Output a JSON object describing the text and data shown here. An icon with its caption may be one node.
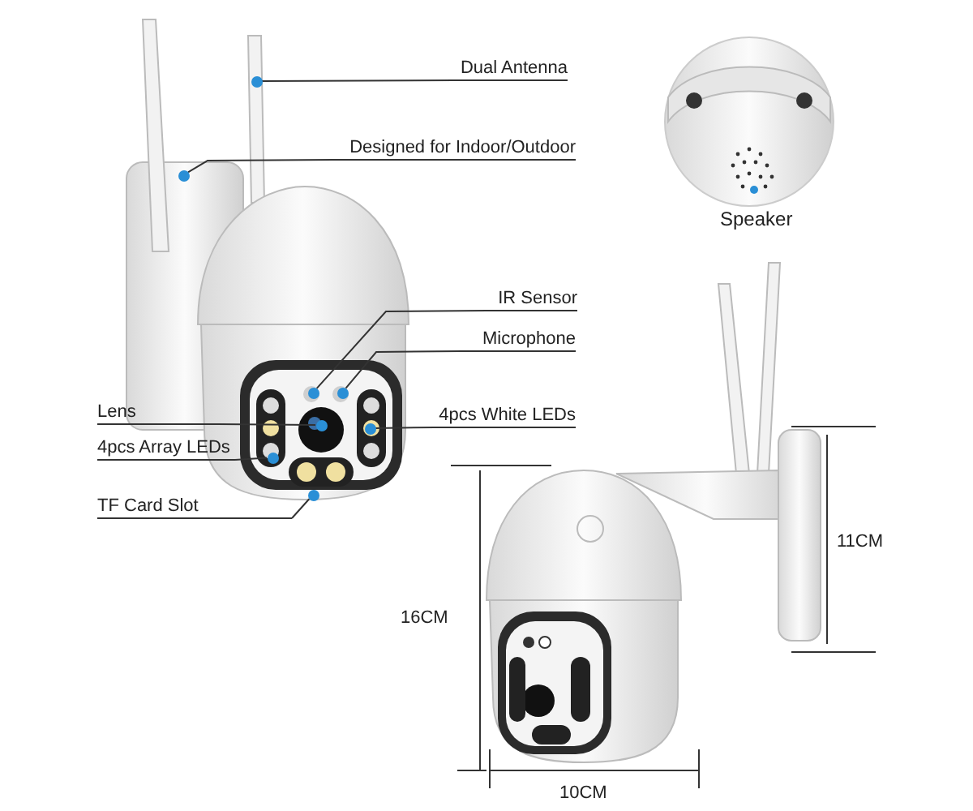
{
  "diagram": {
    "nodes": [
      {
        "text": [
          "Dual Antenna"
        ]
      },
      {
        "text": [
          "Designed for Indoor/Outdoor"
        ]
      },
      {
        "text": [
          "IR Sensor"
        ]
      },
      {
        "text": [
          "Microphone"
        ]
      },
      {
        "text": [
          "Lens"
        ]
      },
      {
        "text": [
          "4pcs Array LEDs"
        ]
      },
      {
        "text": [
          "4pcs White LEDs"
        ]
      },
      {
        "text": [
          "TF Card Slot"
        ]
      },
      {
        "text": [],
        "shape": "circle"
      },
      {
        "text": [],
        "shape": "circle"
      },
      {
        "text": [],
        "shape": "circle"
      },
      {
        "text": [],
        "shape": "circle"
      },
      {
        "text": [],
        "shape": "circle"
      },
      {
        "text": [],
        "shape": "circle"
      },
      {
        "text": [],
        "shape": "circle"
      },
      {
        "text": [],
        "shape": "circle"
      }
    ],
    "edges": [
      {
        "from": 0,
        "to": 8,
        "arrow": "none"
      },
      {
        "from": 1,
        "to": 9,
        "arrow": "none"
      },
      {
        "from": 2,
        "to": 10,
        "arrow": "none"
      },
      {
        "from": 3,
        "to": 11,
        "arrow": "none"
      },
      {
        "from": 4,
        "to": 12,
        "arrow": "none"
      },
      {
        "from": 5,
        "to": 13,
        "arrow": "none"
      },
      {
        "from": 6,
        "to": 14,
        "arrow": "none"
      },
      {
        "from": 7,
        "to": 15,
        "arrow": "none"
      }
    ],
    "labels": [
      "Speaker",
      "11CM",
      "16CM",
      "10CM"
    ]
  }
}
